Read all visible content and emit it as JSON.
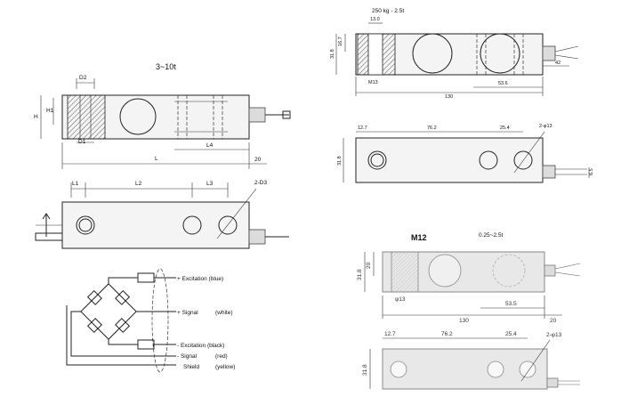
{
  "left_panel": {
    "title": "3~10t",
    "side_view_dims": {
      "D2": "D2",
      "D1": "D1",
      "H": "H",
      "H1": "H1",
      "L": "L",
      "L4": "L4",
      "twenty": "20"
    },
    "top_view_dims": {
      "L1": "L1",
      "L2": "L2",
      "L3": "L3",
      "hole": "2-D3"
    },
    "wiring": {
      "exc_plus": "+ Excitation (blue)",
      "signal_plus": "+ Signal",
      "signal_plus_color": "(white)",
      "exc_minus": "- Excitation (black)",
      "signal_minus": "- Signal",
      "signal_minus_color": "(red)",
      "shield": "Shield",
      "shield_color": "(yellow)"
    }
  },
  "top_right_panel": {
    "title": "250 kg - 2.5t",
    "side_view_dims": {
      "d130": "13.0",
      "d167": "16.7",
      "d318": "31.8",
      "m13": "M13",
      "d536": "53.6",
      "d42": "42",
      "d130b": "130"
    },
    "top_view_dims": {
      "d127": "12.7",
      "d762": "76.2",
      "d254": "25.4",
      "hole": "2-φ13",
      "d318": "31.8",
      "d65": "6.5"
    }
  },
  "bottom_right_panel": {
    "title_m12": "M12",
    "title_range": "0.25~2.5t",
    "side_view_dims": {
      "d20": "20",
      "d318": "31.8",
      "d13": "φ13",
      "d535": "53.5",
      "d130": "130",
      "d20b": "20"
    },
    "top_view_dims": {
      "d127": "12.7",
      "d762": "76.2",
      "d254": "25.4",
      "hole": "2-φ13",
      "d318": "31.8"
    }
  }
}
